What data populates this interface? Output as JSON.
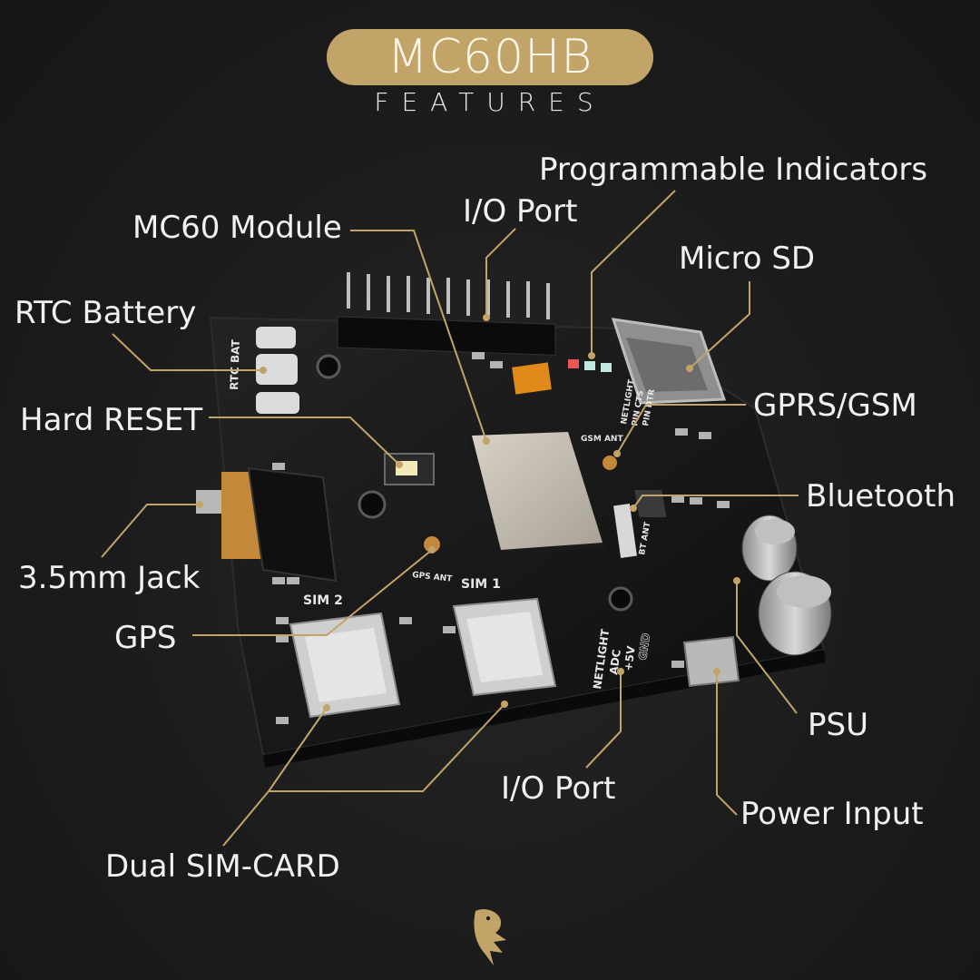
{
  "header": {
    "title": "MC60HB",
    "subtitle": "FEATURES"
  },
  "labels": {
    "programmable_indicators": "Programmable Indicators",
    "io_port_top": "I/O Port",
    "mc60_module": "MC60 Module",
    "micro_sd": "Micro SD",
    "rtc_battery": "RTC Battery",
    "gprs_gsm": "GPRS/GSM",
    "hard_reset": "Hard RESET",
    "bluetooth": "Bluetooth",
    "jack": "3.5mm Jack",
    "gps": "GPS",
    "psu": "PSU",
    "io_port_bottom": "I/O Port",
    "power_input": "Power Input",
    "dual_sim": "Dual SIM-CARD"
  },
  "board_silkscreen": {
    "rtc_bat": "RTC BAT",
    "gsm_ant": "GSM ANT",
    "gps_ant": "GPS ANT",
    "bt_ant": "BT ANT",
    "sim1": "SIM 1",
    "sim2": "SIM 2",
    "netlight_top": "NETLIGHT",
    "pin_cts": "PIN CTS",
    "pin_dtr": "PIN DTR",
    "netlight_bottom": "NETLIGHT",
    "adc": "ADC",
    "plus5v": "+5V",
    "gnd": "GND"
  },
  "colors": {
    "accent_gold": "#c3a468",
    "leader_line": "#c3a468",
    "background": "#1c1c1c",
    "label_text": "#f1f1f1"
  },
  "icons": {
    "logo": "eagle-logo-icon"
  }
}
